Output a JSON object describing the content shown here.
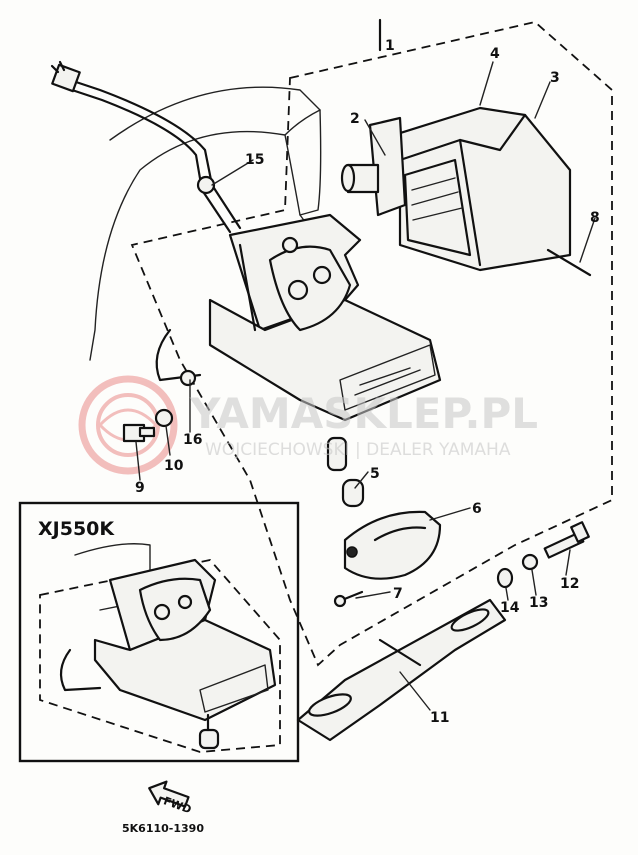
{
  "diagram": {
    "inset_model": "XJ550K",
    "part_code": "5K6110-1390",
    "arrow_label": "FWD",
    "watermark": {
      "brand": "YAMASKLEP.PL",
      "dealer": "WOJCIECHOWSKI | DEALER YAMAHA"
    },
    "callouts": [
      "1",
      "2",
      "3",
      "4",
      "5",
      "6",
      "7",
      "8",
      "9",
      "10",
      "11",
      "12",
      "13",
      "14",
      "15",
      "16"
    ],
    "colors": {
      "line": "#111111",
      "watermark_logo": "#e04a4a"
    }
  }
}
